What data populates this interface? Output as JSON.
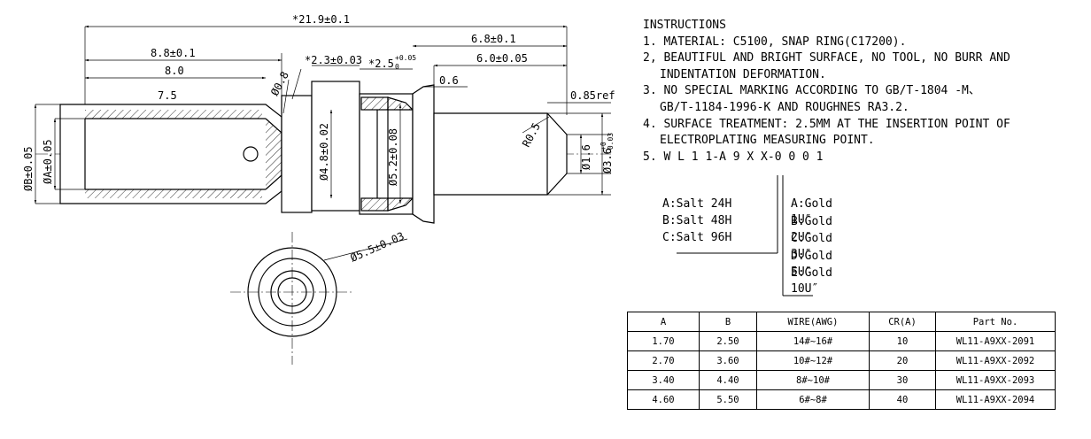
{
  "drawing": {
    "overall_length": "*21.9±0.1",
    "len_8_8": "8.8±0.1",
    "len_8_0": "8.0",
    "len_7_5": "7.5",
    "angle_label": "Ø0.8",
    "len_2_3": "*2.3±0.03",
    "len_2_5": "*2.5",
    "len_2_5_tol": "+0.05",
    "len_2_5_tol_low": "0",
    "len_6_8": "6.8±0.1",
    "len_6_0": "6.0±0.05",
    "len_0_6": "0.6",
    "ref_0_85": "0.85ref",
    "dia_b": "ØB±0.05",
    "dia_a": "ØA±0.05",
    "dia_4_8": "Ø4.8±0.02",
    "dia_5_2": "Ø5.2±0.08",
    "radius": "R0.5",
    "dia_1_6": "Ø1.6",
    "dia_3_6": "Ø3.6",
    "dia_3_6_tol": "+0",
    "dia_3_6_tol_low": "-0.03",
    "dia_5_5": "Ø5.5±0.03"
  },
  "instructions": {
    "heading": "INSTRUCTIONS",
    "item1": "1. MATERIAL: C5100, SNAP RING(C17200).",
    "item2a": "2, BEAUTIFUL AND BRIGHT SURFACE, NO TOOL, NO BURR AND",
    "item2b": "INDENTATION DEFORMATION.",
    "item3a": "3. NO SPECIAL MARKING ACCORDING TO GB/T-1804 -M、",
    "item3b": "GB/T-1184-1996-K AND  ROUGHNES RA3.2.",
    "item4a": "4. SURFACE TREATMENT: 2.5MM AT THE INSERTION POINT OF",
    "item4b": "ELECTROPLATING MEASURING POINT.",
    "item5": "5. W L 1 1-A 9 X X-0 0 0 1"
  },
  "codes": {
    "salt": [
      "A:Salt 24H",
      "B:Salt 48H",
      "C:Salt 96H"
    ],
    "gold": [
      "A:Gold 1U″",
      "B:Gold 2U″",
      "C:Gold 3U″",
      "D:Gold 5U″",
      "E:Gold 10U″"
    ]
  },
  "table": {
    "headers": [
      "A",
      "B",
      "WIRE(AWG)",
      "CR(A)",
      "Part  No."
    ],
    "rows": [
      [
        "1.70",
        "2.50",
        "14#~16#",
        "10",
        "WL11-A9XX-2091"
      ],
      [
        "2.70",
        "3.60",
        "10#~12#",
        "20",
        "WL11-A9XX-2092"
      ],
      [
        "3.40",
        "4.40",
        "8#~10#",
        "30",
        "WL11-A9XX-2093"
      ],
      [
        "4.60",
        "5.50",
        "6#~8#",
        "40",
        "WL11-A9XX-2094"
      ]
    ]
  }
}
